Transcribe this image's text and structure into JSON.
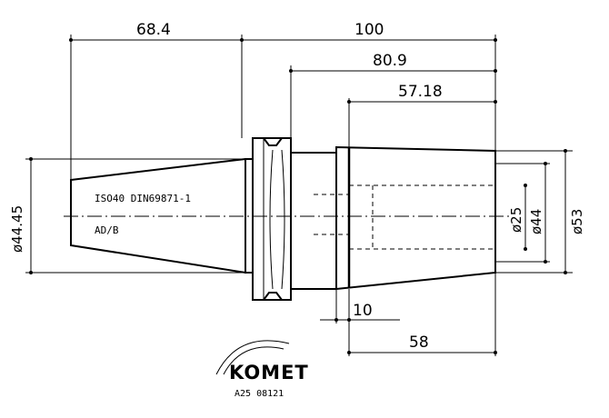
{
  "dimensions": {
    "taper_length": "68.4",
    "overall_length": "100",
    "shank_length": "80.9",
    "body_length": "57.18",
    "bore_depth": "58",
    "offset": "10",
    "taper_diameter": "ø44.45",
    "bore_diameter": "ø25",
    "body_diameter": "ø44",
    "outer_diameter": "ø53"
  },
  "notes": {
    "standard": "ISO40 DIN69871-1",
    "form": "AD/B"
  },
  "logo": {
    "brand": "KOMET",
    "code": "A25 08121"
  }
}
